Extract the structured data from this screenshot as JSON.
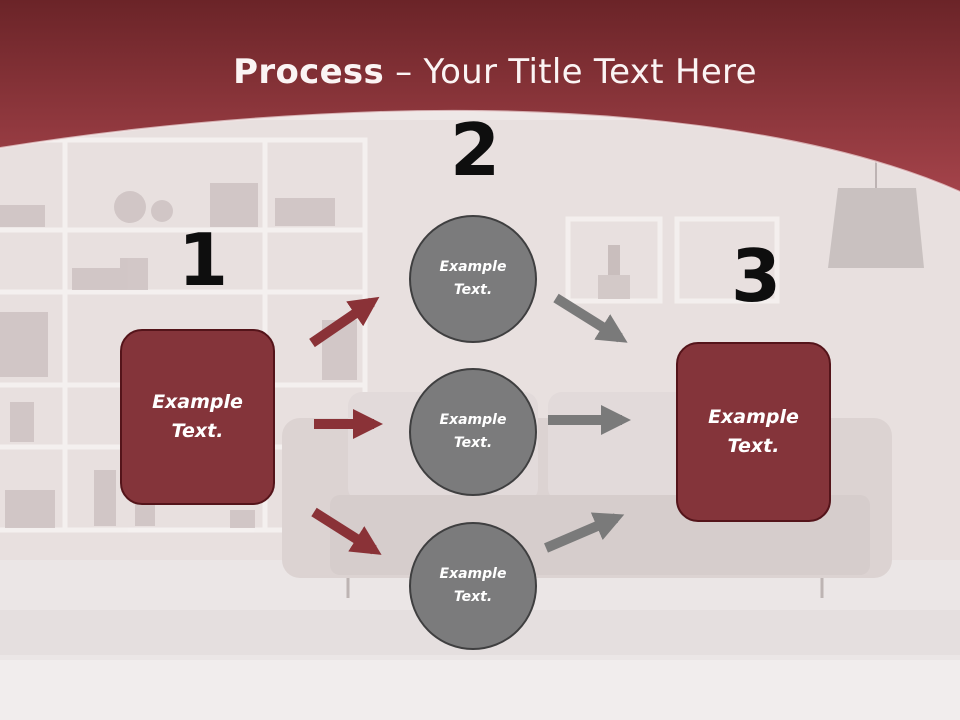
{
  "slide": {
    "title_bold": "Process",
    "title_rest": " – Your Title Text Here",
    "step_numbers": [
      "1",
      "2",
      "3"
    ]
  },
  "left_box": {
    "line1": "Example",
    "line2": "Text."
  },
  "circles": [
    {
      "line1": "Example",
      "line2": "Text."
    },
    {
      "line1": "Example",
      "line2": "Text."
    },
    {
      "line1": "Example",
      "line2": "Text."
    }
  ],
  "right_box": {
    "line1": "Example",
    "line2": "Text."
  },
  "colors": {
    "header": "#9b3b40",
    "box": "#84343a",
    "circle": "#7b7b7c",
    "arrow_red": "#8a3237",
    "arrow_gray": "#7a7a7a"
  }
}
